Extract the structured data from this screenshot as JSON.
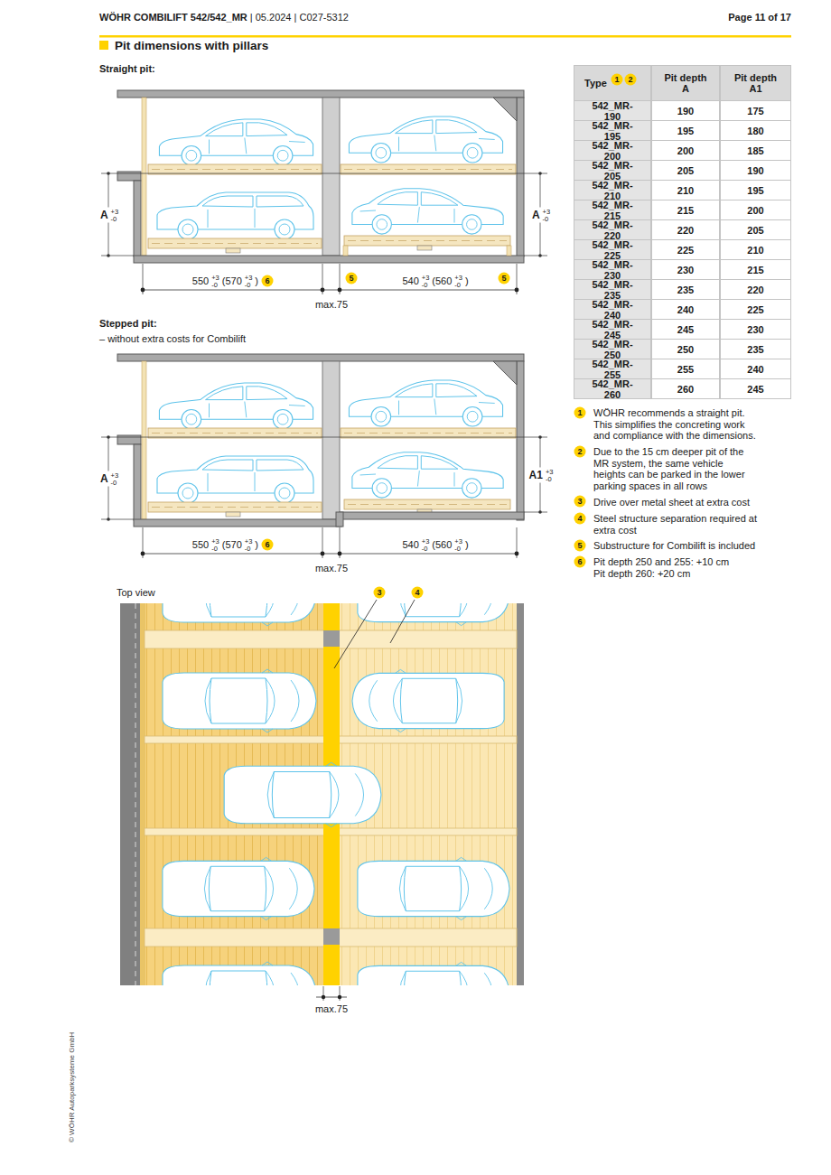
{
  "diagram": {
    "title": "Pit dimensions with pillars",
    "nodes": [
      {
        "text": [
          "6"
        ]
      },
      {
        "text": [
          "5"
        ]
      },
      {
        "text": [
          "5"
        ]
      },
      {
        "text": [
          "6"
        ]
      },
      {
        "text": [
          "3"
        ]
      },
      {
        "text": [
          "4"
        ]
      },
      {
        "text": [
          "1"
        ]
      },
      {
        "text": [
          "2"
        ]
      },
      {
        "text": [
          "1"
        ]
      },
      {
        "text": [
          "2"
        ]
      },
      {
        "text": [
          "3"
        ]
      },
      {
        "text": [
          "4"
        ]
      },
      {
        "text": [
          "5"
        ]
      },
      {
        "text": [
          "6"
        ]
      }
    ],
    "labels": [
      "WÖHR COMBILIFT 542/542_MR",
      "| 05.2024 | C027-5312",
      "Page 11 of 17",
      "Straight pit:",
      "A",
      "+3",
      "-0",
      "A",
      "+3",
      "-0",
      "550",
      "+3",
      "-0",
      "(570",
      "+3",
      "-0",
      ")",
      "540",
      "+3",
      "-0",
      "(560",
      "+3",
      "-0",
      ")",
      "max.75",
      "Stepped pit:",
      "– without extra costs for Combilift",
      "A",
      "+3",
      "-0",
      "A1",
      "+3",
      "-0",
      "550",
      "+3",
      "-0",
      "(570",
      "+3",
      "-0",
      ")",
      "540",
      "+3",
      "-0",
      "(560",
      "+3",
      "-0",
      ")",
      "max.75",
      "Top view",
      "max.75",
      "Type",
      "Pit depth A",
      "Pit depth A1",
      "542_MR-190",
      "190",
      "175",
      "542_MR-195",
      "195",
      "180",
      "542_MR-200",
      "200",
      "185",
      "542_MR-205",
      "205",
      "190",
      "542_MR-210",
      "210",
      "195",
      "542_MR-215",
      "215",
      "200",
      "542_MR-220",
      "220",
      "205",
      "542_MR-225",
      "225",
      "210",
      "542_MR-230",
      "230",
      "215",
      "542_MR-235",
      "235",
      "220",
      "542_MR-240",
      "240",
      "225",
      "542_MR-245",
      "245",
      "230",
      "542_MR-250",
      "250",
      "235",
      "542_MR-255",
      "255",
      "240",
      "542_MR-260",
      "260",
      "245",
      "WÖHR recommends a straight pit. This simplifies the concreting work and compliance with the dimensions.",
      "Due to the 15 cm deeper pit of the MR system, the same vehicle heights can be parked in the lower parking spaces in all rows",
      "Drive over metal sheet at extra cost",
      "Steel structure separation required at extra cost",
      "Substructure for Combilift is included",
      "Pit depth 250 and 255: +10 cm Pit depth 260: +20 cm",
      "© WÖHR Autoparksysteme GmbH"
    ]
  }
}
